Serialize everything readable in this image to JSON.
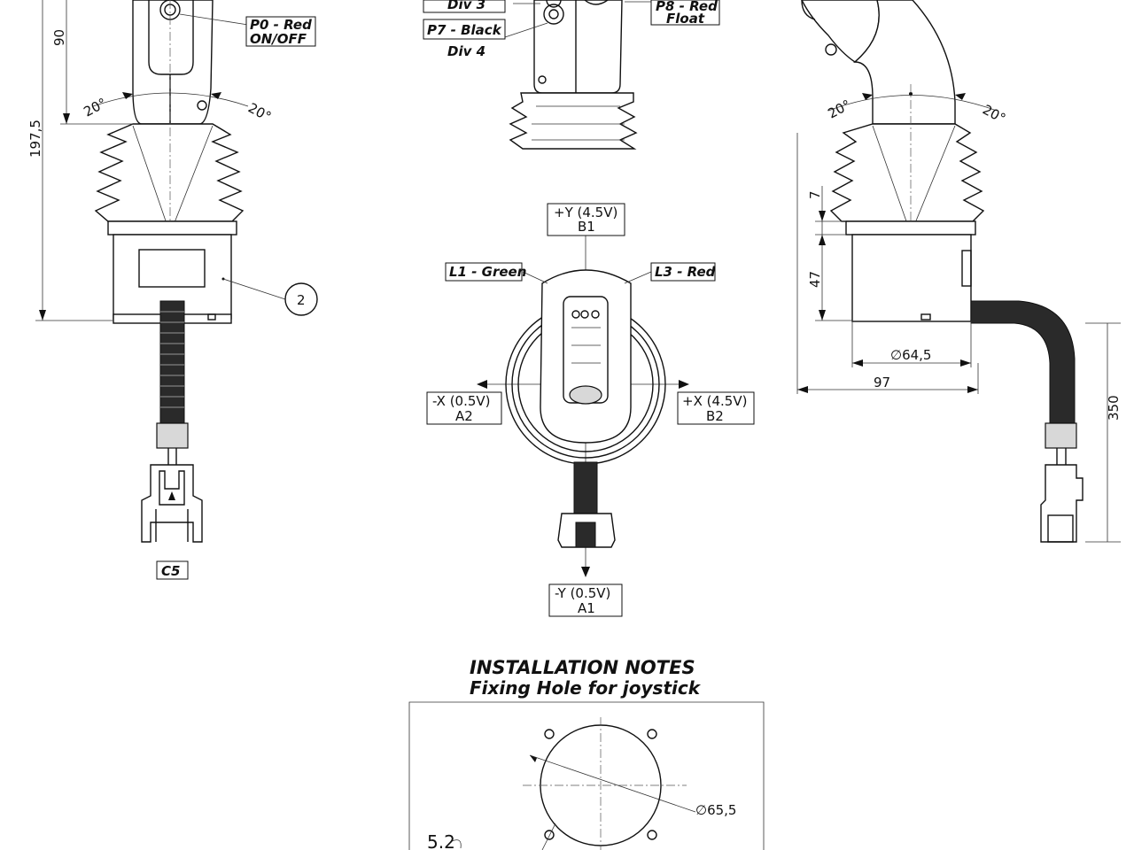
{
  "labels": {
    "p0_line1": "P0  -  Red",
    "p0_line2": "ON/OFF",
    "div3": "Div 3",
    "p7": "P7 - Black",
    "div4": "Div 4",
    "p8_line1": "P8 - Red",
    "p8_line2": "Float",
    "c5": "C5",
    "l1": "L1 - Green",
    "l3": "L3 - Red",
    "callout_2": "2"
  },
  "axes": {
    "plus_y_line1": "+Y (4.5V)",
    "plus_y_line2": "B1",
    "minus_y_line1": "-Y (0.5V)",
    "minus_y_line2": "A1",
    "minus_x_line1": "-X (0.5V)",
    "minus_x_line2": "A2",
    "plus_x_line1": "+X (4.5V)",
    "plus_x_line2": "B2"
  },
  "dimensions": {
    "height_90": "90",
    "height_197_5": "197,5",
    "angle_left_a": "20°",
    "angle_left_b": "20°",
    "angle_right_a": "20°",
    "angle_right_b": "20°",
    "dim_7": "7",
    "dim_47": "47",
    "dia_64_5": "∅64,5",
    "dim_97": "97",
    "dim_350": "350",
    "dia_65_5": "∅65,5",
    "dim_5_2": "5.2"
  },
  "installation": {
    "title": "INSTALLATION    NOTES",
    "subtitle": "Fixing Hole for joystick"
  }
}
